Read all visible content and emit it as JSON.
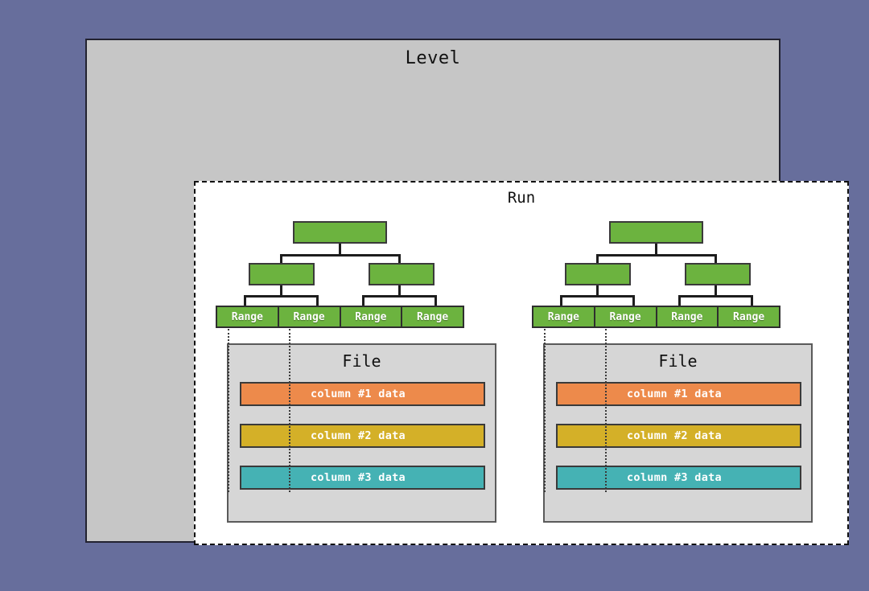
{
  "diagram": {
    "level": {
      "title": "Level"
    },
    "run": {
      "title": "Run"
    },
    "groups": [
      {
        "id": "group-1",
        "tree": {
          "root_label": "",
          "mid_labels": [
            "",
            ""
          ],
          "leaf_labels": [
            "Range",
            "Range",
            "Range",
            "Range"
          ]
        },
        "file": {
          "title": "File",
          "columns": [
            {
              "label": "column #1 data",
              "color": "#ed8a4b"
            },
            {
              "label": "column #2 data",
              "color": "#d4b028"
            },
            {
              "label": "column #3 data",
              "color": "#45b2b4"
            }
          ]
        }
      },
      {
        "id": "group-2",
        "tree": {
          "root_label": "",
          "mid_labels": [
            "",
            ""
          ],
          "leaf_labels": [
            "Range",
            "Range",
            "Range",
            "Range"
          ]
        },
        "file": {
          "title": "File",
          "columns": [
            {
              "label": "column #1 data",
              "color": "#ed8a4b"
            },
            {
              "label": "column #2 data",
              "color": "#d4b028"
            },
            {
              "label": "column #3 data",
              "color": "#45b2b4"
            }
          ]
        }
      }
    ],
    "colors": {
      "background": "#676e9c",
      "level_fill": "#c6c6c6",
      "level_border": "#222230",
      "run_fill": "#ffffff",
      "run_border": "#111111",
      "node_fill": "#6cb33f",
      "node_border": "#3a3a3a",
      "file_fill": "#d6d6d6",
      "file_border": "#5a5a5a",
      "column_1": "#ed8a4b",
      "column_2": "#d4b028",
      "column_3": "#45b2b4",
      "connector": "#1d1d1d",
      "guide_line": "#3a3a3a"
    }
  }
}
